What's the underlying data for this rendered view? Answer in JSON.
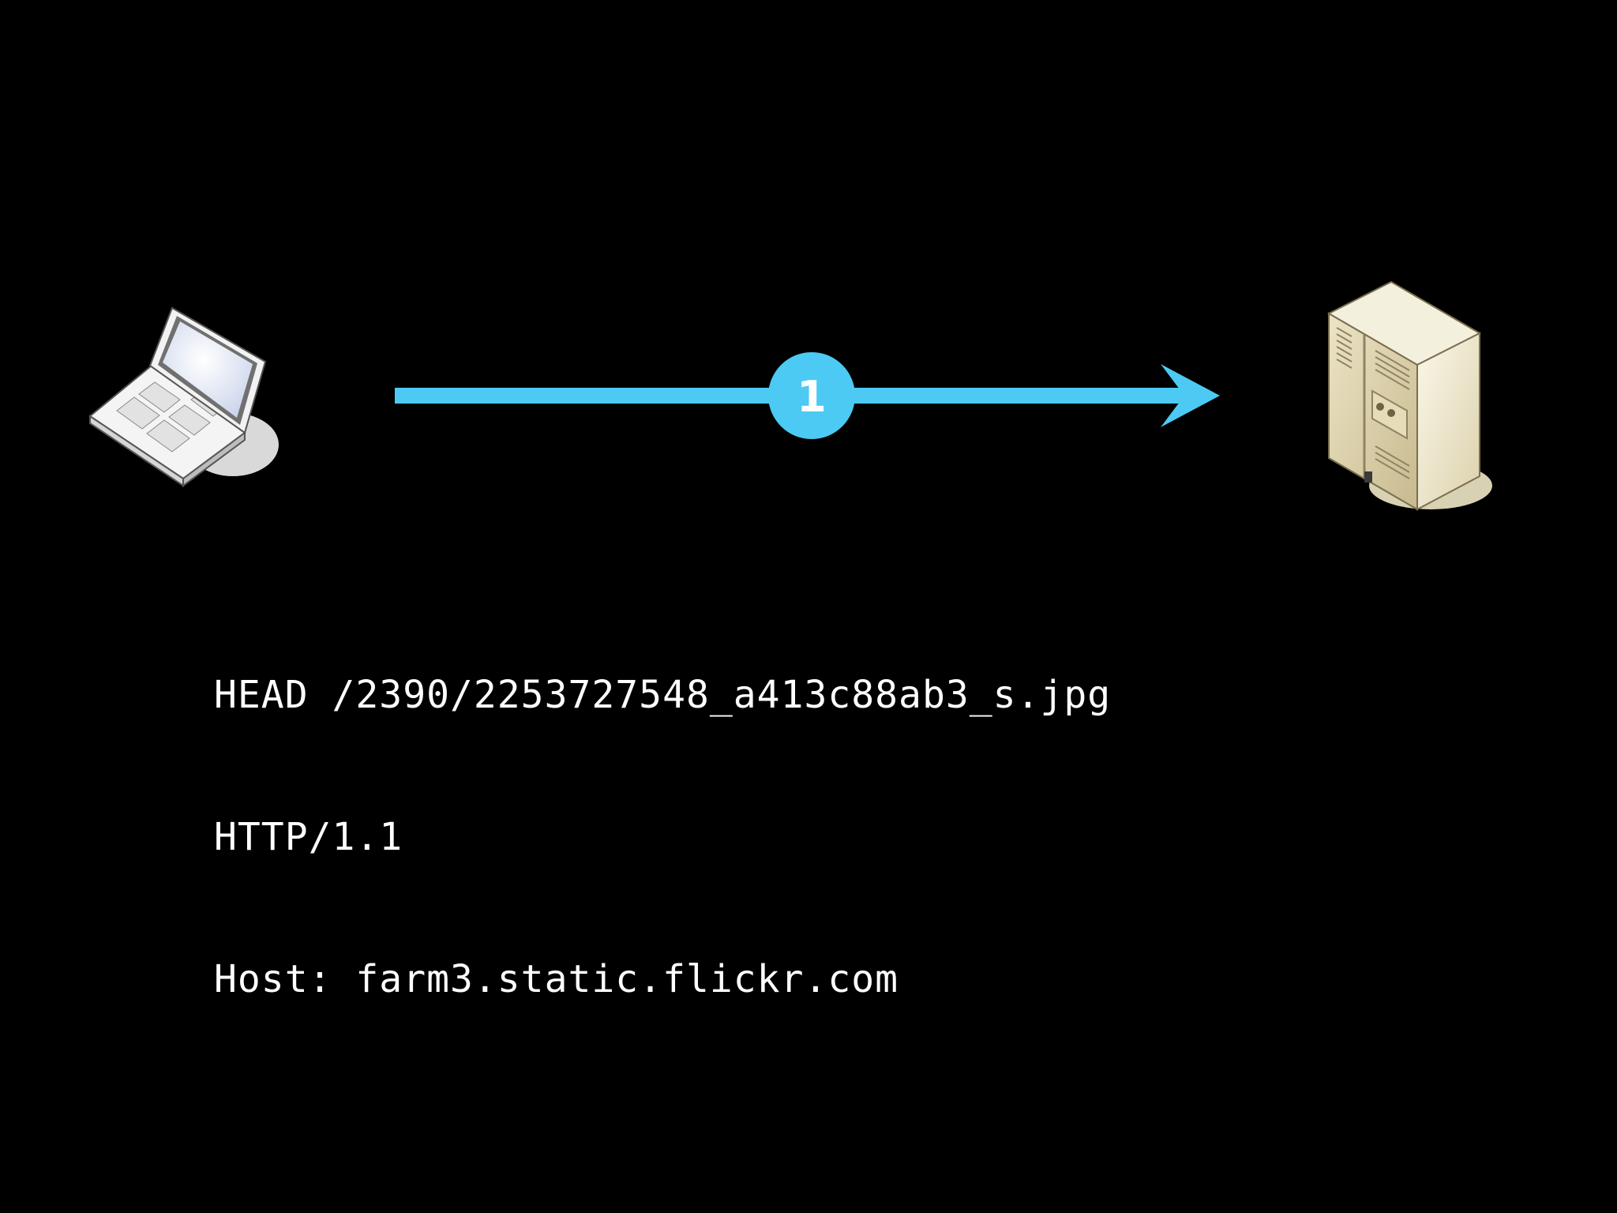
{
  "colors": {
    "background": "#000000",
    "arrow": "#4ccaf4",
    "step_text": "#ffffff",
    "request_text": "#ffffff"
  },
  "icons": {
    "client": "laptop-icon",
    "server": "server-icon"
  },
  "arrow": {
    "direction": "client-to-server",
    "step_label": "1"
  },
  "request": {
    "lines": [
      "HEAD /2390/2253727548_a413c88ab3_s.jpg",
      "HTTP/1.1",
      "Host: farm3.static.flickr.com"
    ]
  }
}
